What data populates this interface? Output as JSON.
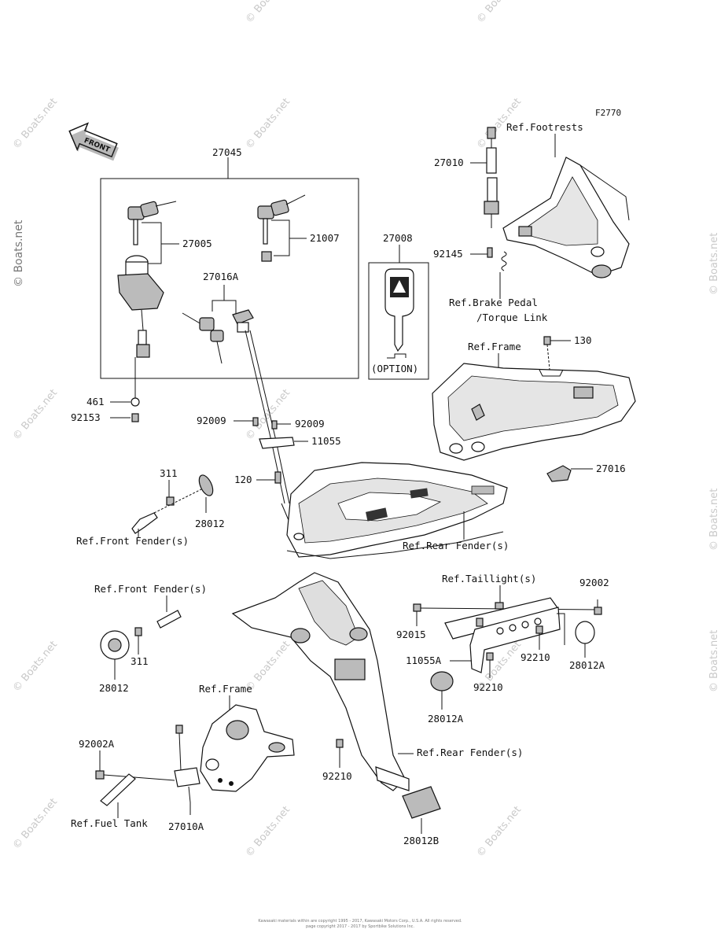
{
  "figure_code": "F2770",
  "front_label": "FRONT",
  "option_label": "(OPTION)",
  "watermark": "© Boats.net",
  "footer_line1": "Kawasaki materials within are copyright 1995 - 2017, Kawasaki Motors Corp., U.S.A. All rights reserved.",
  "footer_line2": "page copyright 2017 - 2017 by Sportbike Solutions Inc.",
  "labels": {
    "l27045": "27045",
    "l27005": "27005",
    "l21007": "21007",
    "l27016A": "27016A",
    "l27008": "27008",
    "l461": "461",
    "l92153": "92153",
    "l92009a": "92009",
    "l92009b": "92009",
    "l11055": "11055",
    "l120": "120",
    "l311a": "311",
    "l28012a": "28012",
    "refFrontFender1": "Ref.Front Fender(s)",
    "refRearFender1": "Ref.Rear Fender(s)",
    "l27010": "27010",
    "refFootrests": "Ref.Footrests",
    "l92145": "92145",
    "refBrakePedal1": "Ref.Brake Pedal",
    "refBrakePedal2": "/Torque Link",
    "refFrame1": "Ref.Frame",
    "l130": "130",
    "l27016": "27016",
    "refFrontFender2": "Ref.Front Fender(s)",
    "l311b": "311",
    "l28012b": "28012",
    "refTaillight": "Ref.Taillight(s)",
    "l92002": "92002",
    "l92015": "92015",
    "l11055A": "11055A",
    "l92210a": "92210",
    "l92210b": "92210",
    "l28012A1": "28012A",
    "l28012A2": "28012A",
    "refFrame2": "Ref.Frame",
    "l92002A": "92002A",
    "refRearFender2": "Ref.Rear Fender(s)",
    "l92210c": "92210",
    "refFuelTank": "Ref.Fuel Tank",
    "l27010A": "27010A",
    "l28012B": "28012B"
  }
}
